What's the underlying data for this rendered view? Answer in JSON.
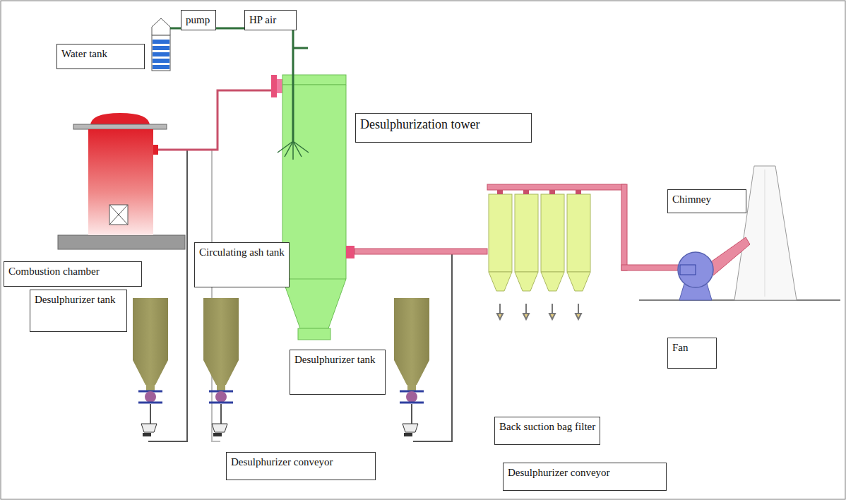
{
  "diagram": {
    "nodes": [
      {
        "text": [
          "pump"
        ]
      },
      {
        "text": [
          "HP air"
        ]
      },
      {
        "text": [
          "Water tank"
        ]
      },
      {
        "text": [
          "Desulphurization tower"
        ]
      },
      {
        "text": [
          "Chimney"
        ]
      },
      {
        "text": [
          "Combustion chamber"
        ]
      },
      {
        "text": [
          "Circulating ash tank"
        ]
      },
      {
        "text": [
          "Desulphurizer tank"
        ]
      },
      {
        "text": [
          "Desulphurizer tank"
        ]
      },
      {
        "text": [
          "Fan"
        ]
      },
      {
        "text": [
          "Back suction bag filter"
        ]
      },
      {
        "text": [
          "Desulphurizer conveyor"
        ]
      },
      {
        "text": [
          "Desulphurizer conveyor"
        ]
      }
    ]
  }
}
